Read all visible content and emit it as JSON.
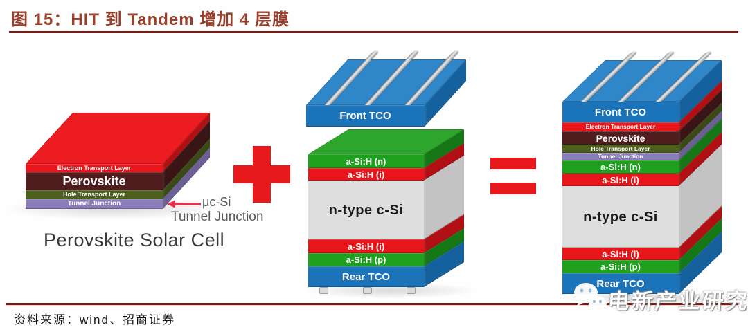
{
  "header": {
    "figure_title": "图 15：HIT 到 Tandem 增加 4 层膜"
  },
  "footer": {
    "source": "资料来源：wind、招商证券"
  },
  "watermark": {
    "label": "电新产业研究",
    "icon": "wechat-logo-icon"
  },
  "operators": {
    "plus": "plus-sign",
    "equals": "equals-sign",
    "color": "#E8191C"
  },
  "colors": {
    "title": "#98402B",
    "rule": "#731B16",
    "annotation_text": "#595959",
    "arrow": "#E8304A",
    "busbar": "#C9CCD0",
    "foot": "#D9DCDF",
    "silicon_text": "#1C1C1C"
  },
  "perovskite_cell": {
    "caption": "Perovskite Solar Cell",
    "annotation": {
      "line1": "μc-Si",
      "line2": "Tunnel Junction"
    },
    "top_color": "#ED1C21",
    "layers": [
      {
        "label": "Electron Transport Layer",
        "color": "#E8151A",
        "side": "#B01014"
      },
      {
        "label": "Perovskite",
        "color": "#4F1D1E",
        "side": "#3A1516"
      },
      {
        "label": "Hole Transport Layer",
        "color": "#4D601E",
        "side": "#3A4A16"
      },
      {
        "label": "Tunnel Junction",
        "color": "#8A7BB9",
        "side": "#6C5F96"
      }
    ]
  },
  "hit_cell": {
    "front_tco": {
      "label": "Front TCO",
      "color": "#1B73B9",
      "top": "#2F87C9",
      "side": "#14619E"
    },
    "top_color": "#2EA62E",
    "layers": [
      {
        "label": "a-Si:H (n)",
        "color": "#1FA01F",
        "side": "#167716"
      },
      {
        "label": "a-Si:H (i)",
        "color": "#E8151A",
        "side": "#B01014"
      },
      {
        "label": "n-type c-Si",
        "color": "#DEDEDE",
        "side": "#C3C3C3"
      },
      {
        "label": "a-Si:H (i)",
        "color": "#E8151A",
        "side": "#B01014"
      },
      {
        "label": "a-Si:H (p)",
        "color": "#1FA01F",
        "side": "#167716"
      },
      {
        "label": "Rear TCO",
        "color": "#1B73B9",
        "side": "#14619E"
      }
    ]
  },
  "tandem_cell": {
    "top_color": "#2F87C9",
    "layers": [
      {
        "label": "Front TCO",
        "color": "#1B73B9",
        "side": "#14619E"
      },
      {
        "label": "Electron Transport Layer",
        "color": "#E8151A",
        "side": "#B01014"
      },
      {
        "label": "Perovskite",
        "color": "#4F1D1E",
        "side": "#3A1516"
      },
      {
        "label": "Hole Transport Layer",
        "color": "#4D601E",
        "side": "#3A4A16"
      },
      {
        "label": "Tunnel Junction",
        "color": "#8A7BB9",
        "side": "#6C5F96"
      },
      {
        "label": "a-Si:H (n)",
        "color": "#1FA01F",
        "side": "#167716"
      },
      {
        "label": "a-Si:H (i)",
        "color": "#E8151A",
        "side": "#B01014"
      },
      {
        "label": "n-type c-Si",
        "color": "#DEDEDE",
        "side": "#C3C3C3"
      },
      {
        "label": "a-Si:H (i)",
        "color": "#E8151A",
        "side": "#B01014"
      },
      {
        "label": "a-Si:H (p)",
        "color": "#1FA01F",
        "side": "#167716"
      },
      {
        "label": "Rear TCO",
        "color": "#1B73B9",
        "side": "#14619E"
      }
    ]
  }
}
